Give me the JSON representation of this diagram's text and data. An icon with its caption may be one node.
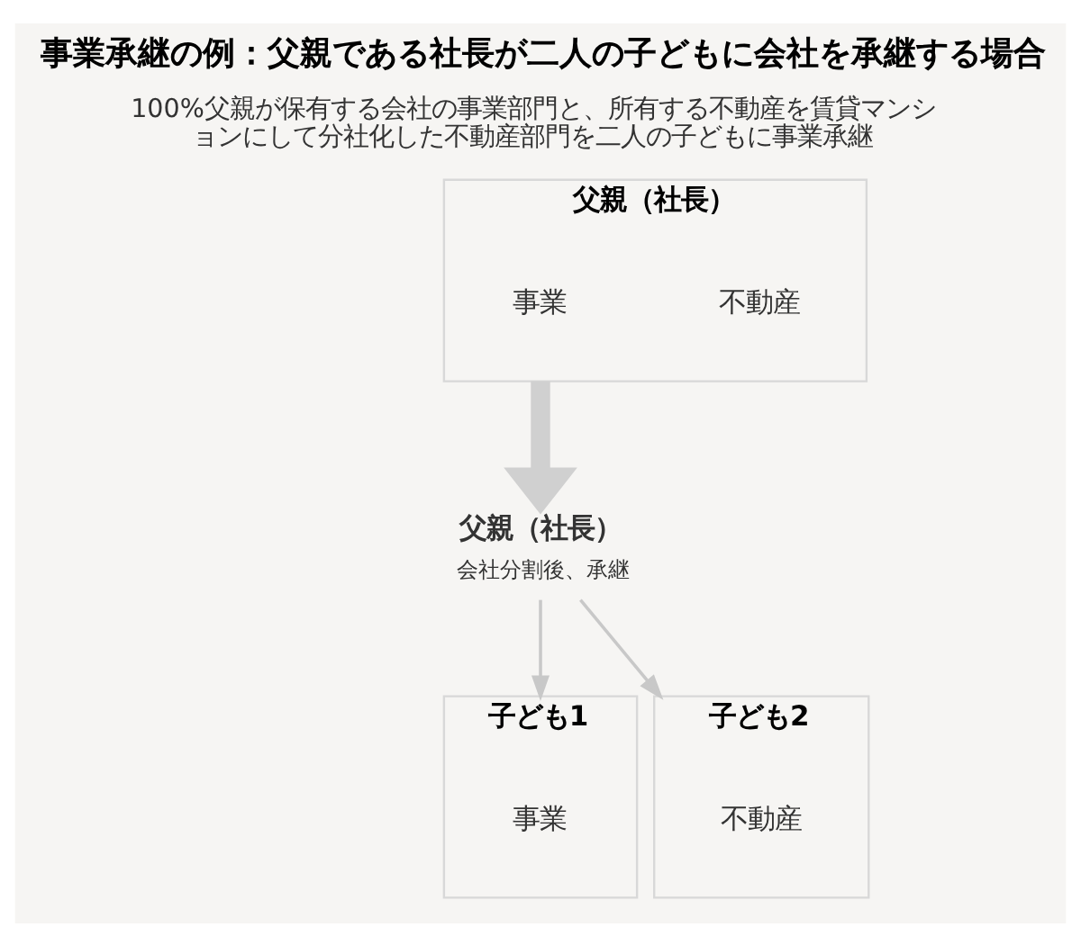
{
  "diagram": {
    "title": "事業承継の例：父親である社長が二人の子どもに会社を承継する場合",
    "nodes": [
      {
        "text": [
          "父親（社長）"
        ]
      },
      {
        "text": [
          "事業"
        ],
        "in": 0
      },
      {
        "text": [
          "不動産"
        ],
        "in": 0
      },
      {
        "text": [
          "父親（社長）"
        ],
        "beside": [
          "会社分割後、承継"
        ]
      },
      {
        "text": [
          "子ども1"
        ]
      },
      {
        "text": [
          "事業"
        ],
        "in": 4
      },
      {
        "text": [
          "子ども2"
        ]
      },
      {
        "text": [
          "不動産"
        ],
        "in": 6
      }
    ],
    "edges": [
      {
        "from": 0,
        "to": 3,
        "arrow": "to",
        "style": "thick"
      },
      {
        "from": 3,
        "to": 4,
        "arrow": "to"
      },
      {
        "from": 3,
        "to": 6,
        "arrow": "to"
      }
    ],
    "labels": [
      "100%父親が保有する会社の事業部門と、所有する不動産を賃貸マンションにして分社化した不動産部門を二人の子どもに事業承継"
    ]
  }
}
